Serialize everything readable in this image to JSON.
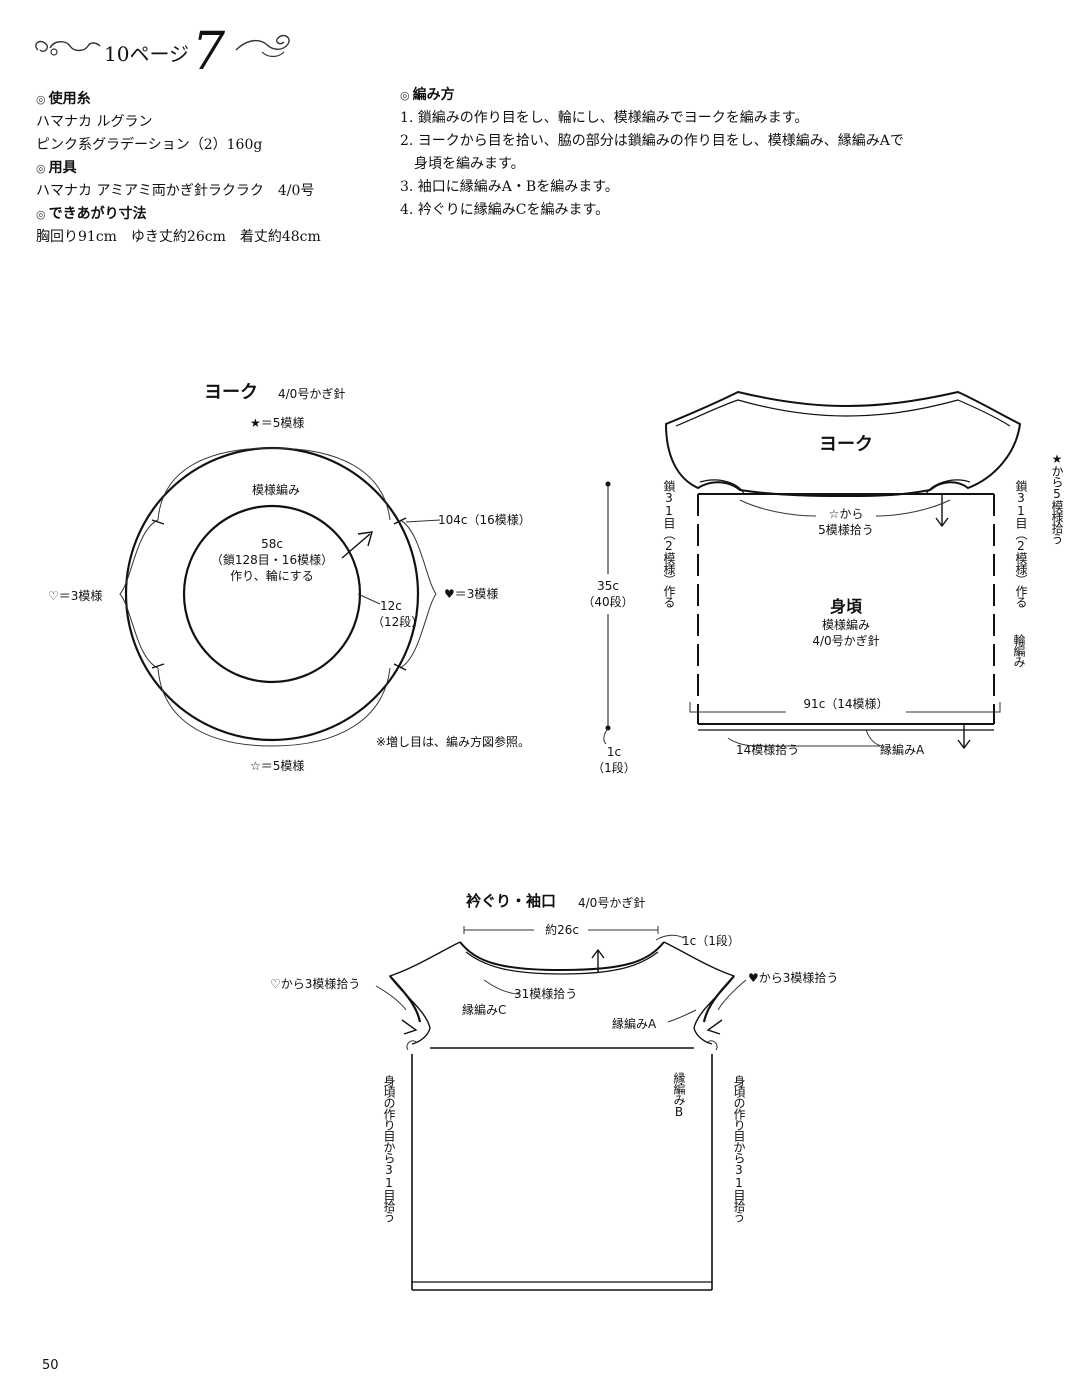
{
  "header": {
    "ref": "10ページ",
    "number": "7"
  },
  "materials": {
    "yarn_head": "使用糸",
    "yarn_lines": [
      "ハマナカ ルグラン",
      "ピンク系グラデーション（2）160g"
    ],
    "tools_head": "用具",
    "tools_lines": [
      "ハマナカ アミアミ両かぎ針ラクラク　4/0号"
    ],
    "size_head": "できあがり寸法",
    "size_lines": [
      "胸回り91cm　ゆき丈約26cm　着丈約48cm"
    ]
  },
  "method": {
    "head": "編み方",
    "steps": [
      "1. 鎖編みの作り目をし、輪にし、模様編みでヨークを編みます。",
      "2. ヨークから目を拾い、脇の部分は鎖編みの作り目をし、模様編み、縁編みAで",
      "　身頃を編みます。",
      "3. 袖口に縁編みA・Bを編みます。",
      "4. 衿ぐりに縁編みCを編みます。"
    ]
  },
  "yoke": {
    "title": "ヨーク",
    "hook": "4/0号かぎ針",
    "top": "★＝5模様",
    "bottom": "☆＝5模様",
    "left": "♡＝3模様",
    "right": "♥＝3模様",
    "pattern": "模様編み",
    "inner_1": "58c",
    "inner_2": "（鎖128目・16模様）",
    "inner_3": "作り、輪にする",
    "outer": "104c（16模様）",
    "width_1": "12c",
    "width_2": "（12段）",
    "note": "※増し目は、編み方図参照。"
  },
  "body": {
    "yoke_label": "ヨーク",
    "star_pick": "★から5模様拾う",
    "left_chain": "鎖31目（2模様）作る",
    "right_chain": "鎖31目（2模様）作る",
    "white_star_1": "☆から",
    "white_star_2": "5模様拾う",
    "title": "身頃",
    "pattern": "模様編み",
    "hook": "4/0号かぎ針",
    "ring": "輪編み",
    "height_1": "35c",
    "height_2": "（40段）",
    "width": "91c（14模様）",
    "edge_1": "1c",
    "edge_2": "（1段）",
    "pick": "14模様拾う",
    "edging": "縁編みA"
  },
  "finish": {
    "title": "衿ぐり・袖口",
    "hook": "4/0号かぎ針",
    "neck_width": "約26c",
    "neck_depth": "1c（1段）",
    "left_pick": "♡から3模様拾う",
    "right_pick": "♥から3模様拾う",
    "neck_pick": "31模様拾う",
    "edge_c": "縁編みC",
    "edge_a": "縁編みA",
    "edge_b": "縁編みB",
    "side_left": "身頃の作り目から31目拾う",
    "side_right": "身頃の作り目から31目拾う"
  },
  "page_number": "50"
}
